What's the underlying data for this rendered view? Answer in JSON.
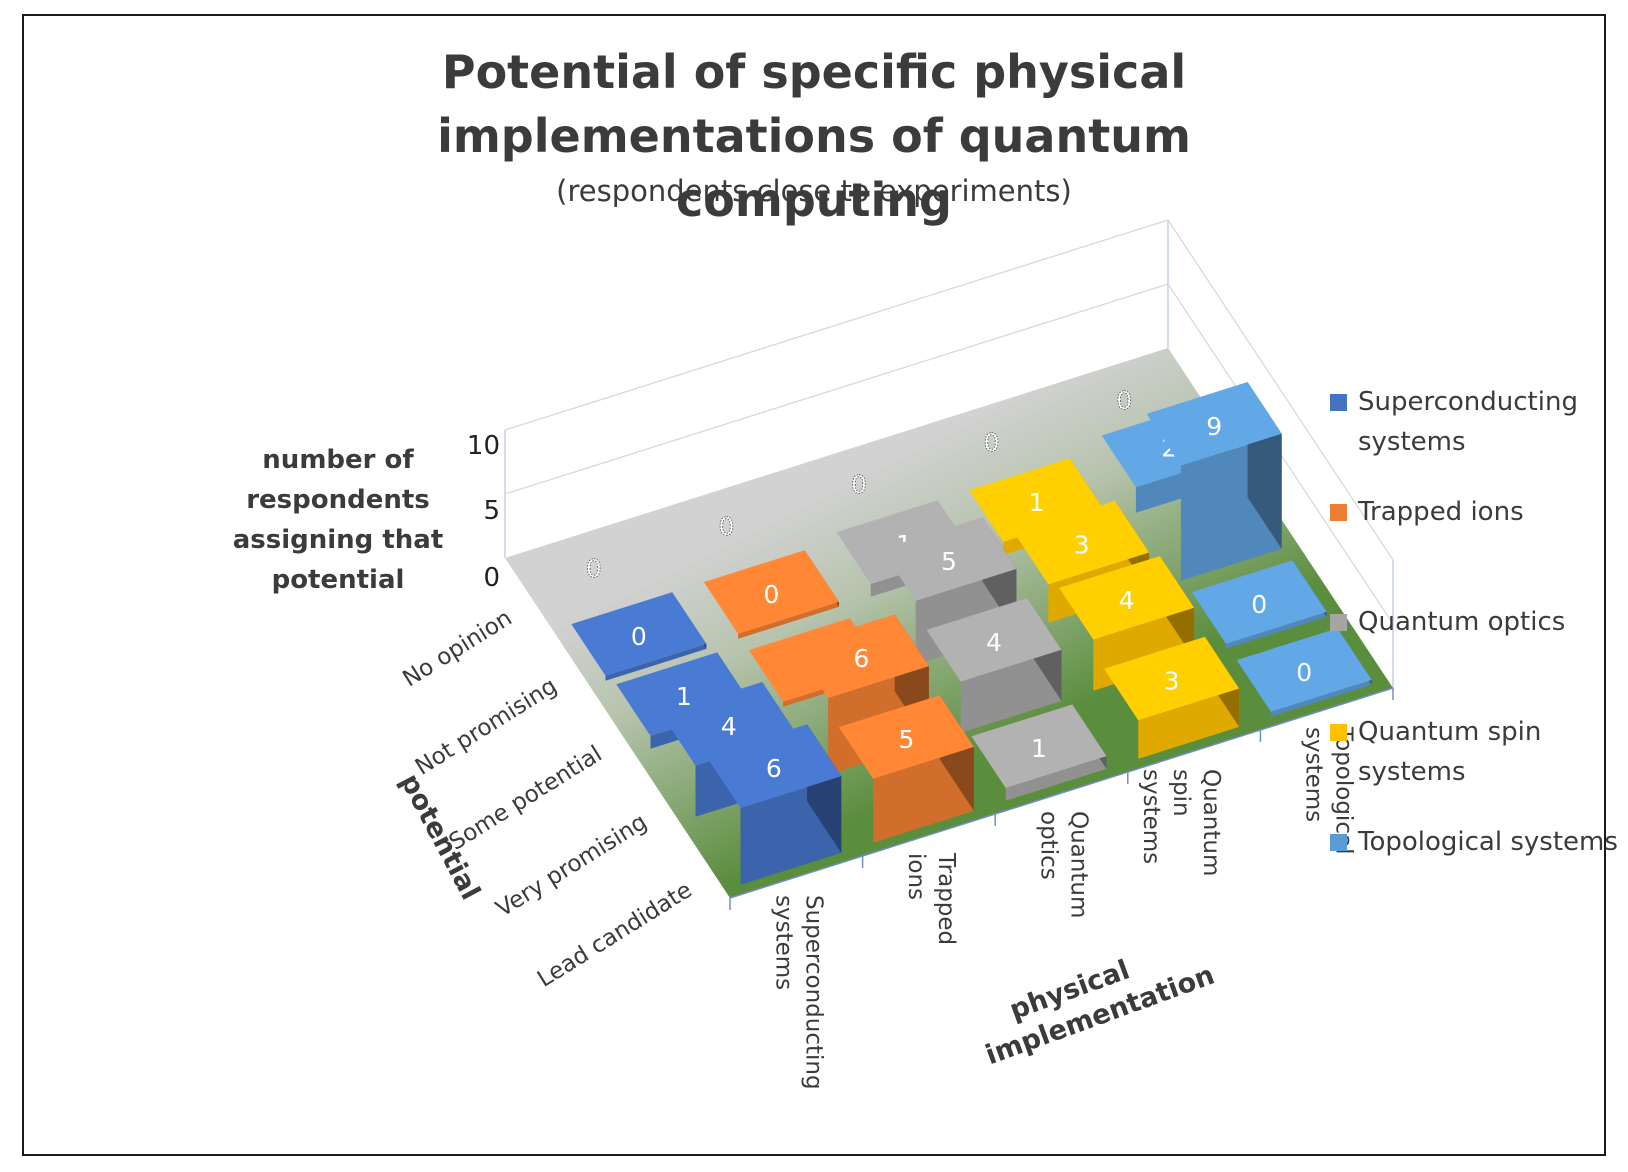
{
  "chart_data": {
    "type": "bar",
    "title": "Potential of specific physical implementations of quantum computing",
    "subtitle": "(respondents close to experiments)",
    "ylabel": "number of respondents assigning that potential",
    "xlabel": "physical implementation",
    "zlabel": "potential",
    "ylim": [
      0,
      10
    ],
    "yticks": [
      "0",
      "5",
      "10"
    ],
    "categories": [
      "No opinion",
      "Not promising",
      "Some potential",
      "Very promising",
      "Lead candidate"
    ],
    "series": [
      {
        "name": "Superconducting systems",
        "color": "#4472C4",
        "values": [
          0,
          0,
          1,
          4,
          6
        ]
      },
      {
        "name": "Trapped ions",
        "color": "#ED7D31",
        "values": [
          0,
          0,
          0,
          6,
          5
        ]
      },
      {
        "name": "Quantum optics",
        "color": "#A5A5A5",
        "values": [
          0,
          1,
          5,
          4,
          1
        ]
      },
      {
        "name": "Quantum spin systems",
        "color": "#FFC000",
        "values": [
          0,
          1,
          3,
          4,
          3
        ]
      },
      {
        "name": "Topological systems",
        "color": "#5B9BD5",
        "values": [
          0,
          2,
          9,
          0,
          0
        ]
      }
    ],
    "x_tick_labels": [
      "Superconducting systems",
      "Trapped ions",
      "Quantum optics",
      "Quantum spin systems",
      "Topological systems"
    ],
    "legend": "right",
    "grid": true
  }
}
